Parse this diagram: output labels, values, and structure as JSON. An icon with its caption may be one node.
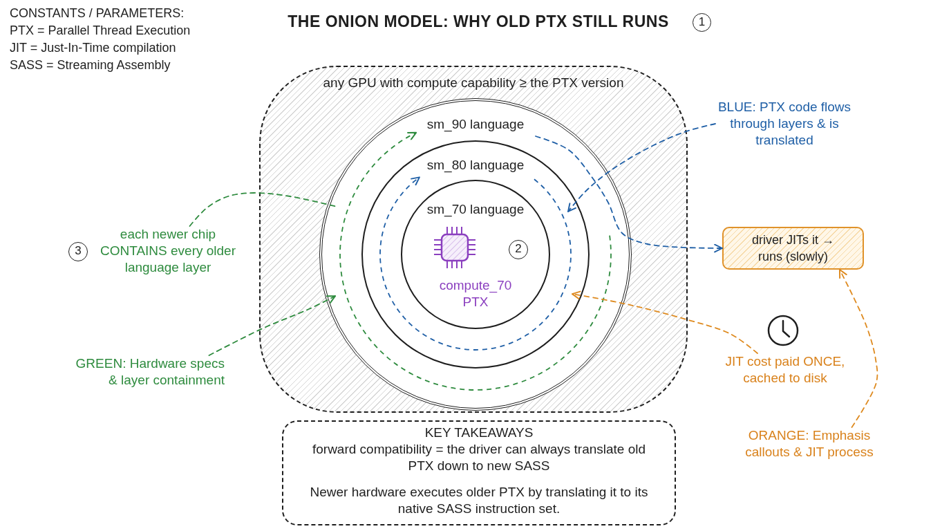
{
  "diagram": {
    "title": "THE ONION MODEL: WHY OLD PTX STILL RUNS",
    "nodes": [
      {
        "text": [
          "1"
        ]
      },
      {
        "text": [
          "any GPU with compute capability ≥ the PTX version"
        ]
      },
      {
        "text": [
          "sm_90 language"
        ],
        "in": 1
      },
      {
        "text": [
          "sm_80 language"
        ],
        "in": 2
      },
      {
        "text": [
          "sm_70 language"
        ],
        "in": 3
      },
      {
        "text": [
          "2"
        ],
        "in": 4
      },
      {
        "text": [
          "BLUE: PTX code flows through layers & is translated"
        ]
      },
      {
        "text": [
          "each newer chip CONTAINS every older language layer"
        ]
      },
      {
        "text": [
          "3"
        ]
      },
      {
        "text": [
          "driver JITs it → runs (slowly)"
        ]
      },
      {
        "text": [
          "GREEN: Hardware specs & layer containment"
        ]
      },
      {
        "text": [
          "JIT cost paid ONCE, cached to disk"
        ]
      },
      {
        "text": [
          "ORANGE: Emphasis callouts & JIT process"
        ]
      },
      {
        "text": [
          "KEY TAKEAWAYS",
          "forward compatibility = the driver can always translate old PTX down to new SASS",
          "Newer hardware executes older PTX by translating it to its native SASS instruction set."
        ]
      }
    ],
    "edges": [
      {
        "from": 2,
        "to": 9,
        "arrow": "to",
        "style": "dashed",
        "color": "#1f5fa6"
      },
      {
        "from": 6,
        "to": 3,
        "arrow": "to",
        "style": "dashed",
        "color": "#1f5fa6"
      },
      {
        "from": 7,
        "to": 2,
        "arrow": "none",
        "style": "dashed",
        "color": "#2e8b3e"
      },
      {
        "from": 10,
        "to": 2,
        "arrow": "to",
        "style": "dashed",
        "color": "#2e8b3e"
      },
      {
        "from": 11,
        "to": 3,
        "arrow": "to",
        "style": "dashed",
        "color": "#de8a1f"
      },
      {
        "from": 12,
        "to": 9,
        "arrow": "to",
        "style": "dashed",
        "color": "#de8a1f"
      }
    ],
    "labels": [
      "CONSTANTS / PARAMETERS:",
      "PTX = Parallel Thread Execution",
      "JIT = Just-In-Time compilation",
      "SASS = Streaming Assembly",
      "compute_70 PTX"
    ]
  }
}
